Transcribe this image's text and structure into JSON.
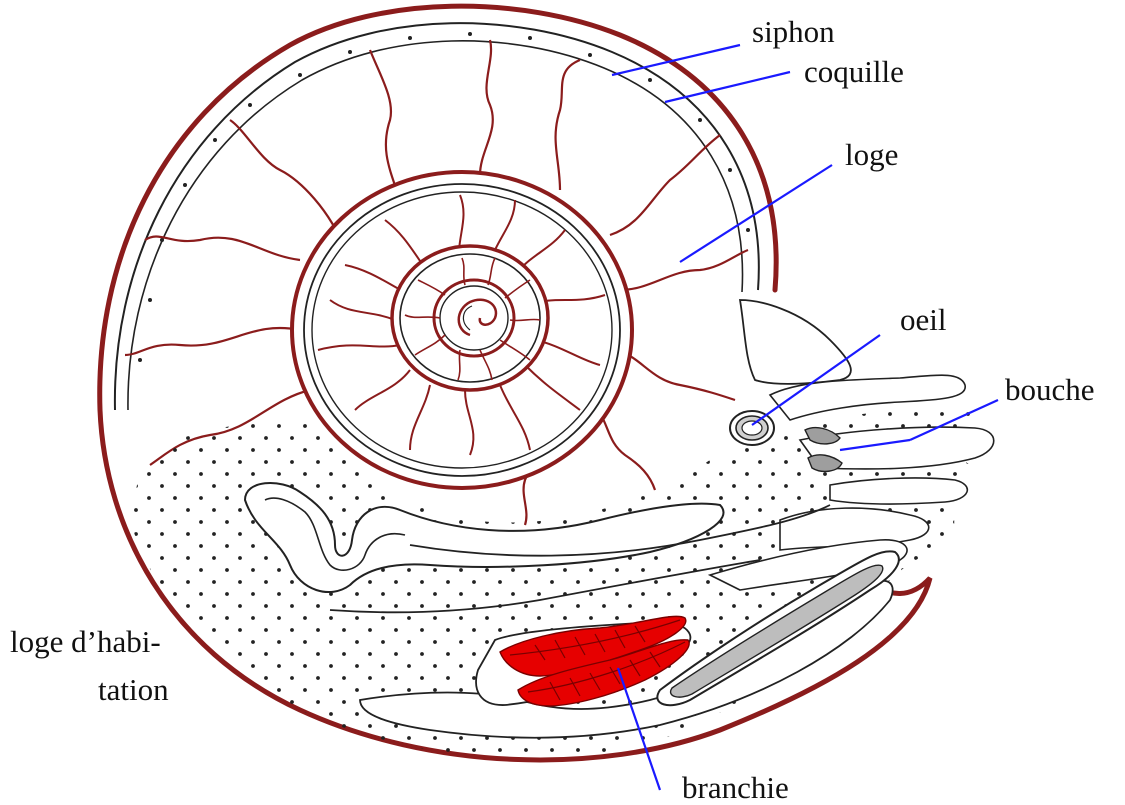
{
  "colors": {
    "shell": "#8b1c1c",
    "septa": "#8b1c1c",
    "leader": "#1a1aff",
    "outline": "#222222",
    "gill": "#e60000",
    "gill_vein": "#7a0000",
    "grey_organ": "#bdbdbd",
    "dots": "#222222",
    "background": "#ffffff"
  },
  "labels": {
    "siphon": "siphon",
    "coquille": "coquille",
    "loge": "loge",
    "oeil": "oeil",
    "bouche": "bouche",
    "loge_habitation_1": "loge d’habi-",
    "loge_habitation_2": "tation",
    "branchie": "branchie"
  }
}
